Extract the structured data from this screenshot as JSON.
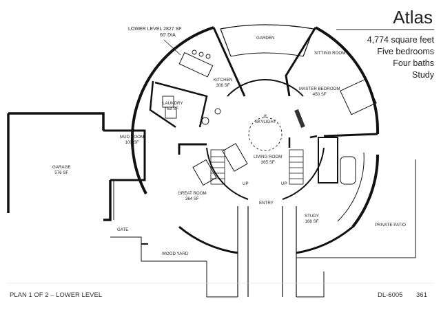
{
  "plan": {
    "name": "Atlas",
    "details": [
      "4,774 square feet",
      "Five bedrooms",
      "Four baths",
      "Study"
    ],
    "lower_level_label": "LOWER LEVEL 2827 SF",
    "diameter_label": "60' DIA",
    "footer_left": "PLAN 1 OF 2 – LOWER LEVEL",
    "footer_code": "DL-6005",
    "footer_number": "361"
  },
  "rooms": {
    "garden": "GARDEN",
    "sitting_room": "SITTING ROOM",
    "kitchen": {
      "name": "KITCHEN",
      "area": "306 SF"
    },
    "master_bedroom": {
      "name": "MASTER BEDROOM",
      "area": "450 SF"
    },
    "laundry": {
      "name": "LAUNDRY",
      "area": "63 SF"
    },
    "skylight": {
      "line1": "8'",
      "line2": "SKYLIGHT"
    },
    "mud_room": {
      "name": "MUD ROOM",
      "area": "100 SF"
    },
    "living_room": {
      "name": "LIVING ROOM",
      "area": "365 SF"
    },
    "garage": {
      "name": "GARAGE",
      "area": "576 SF"
    },
    "great_room": {
      "name": "GREAT ROOM",
      "area": "364 SF"
    },
    "up_left": "UP",
    "up_right": "UP",
    "entry": "ENTRY",
    "study": {
      "name": "STUDY",
      "area": "168 SF"
    },
    "private_patio": "PRIVATE PATIO",
    "gate": "GATE",
    "wood_yard": "WOOD YARD"
  }
}
